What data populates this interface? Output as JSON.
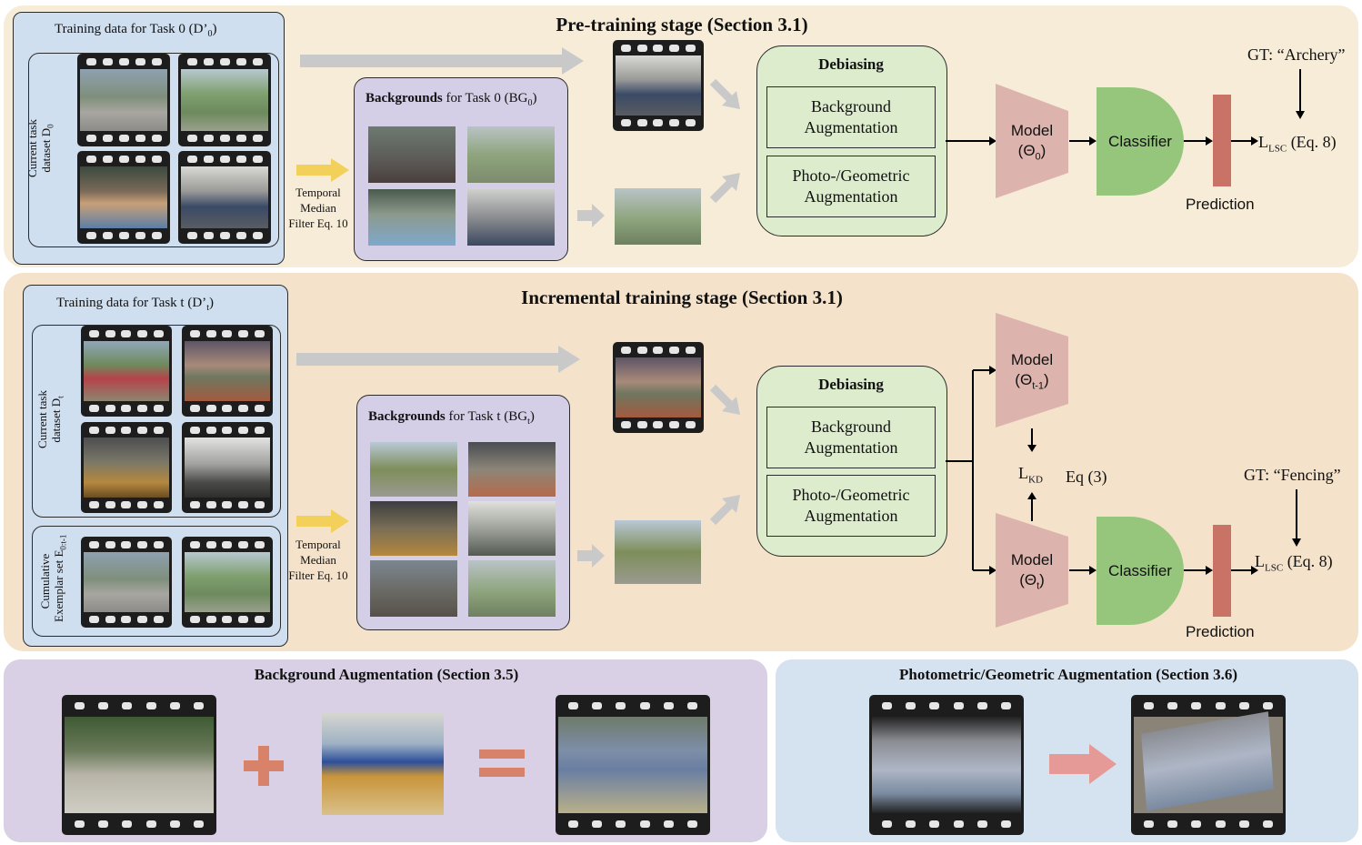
{
  "pretrain": {
    "title": "Pre-training stage (Section 3.1)",
    "training_data": "Training data for Task 0 (D’",
    "training_data_sub": "0",
    "training_data_end": ")",
    "current_task": "Current task",
    "dataset": "dataset D",
    "dataset_sub": "0",
    "backgrounds_bold": "Backgrounds",
    "backgrounds_rest": " for Task 0 (BG",
    "backgrounds_sub": "0",
    "backgrounds_end": ")",
    "tmf": "Temporal Median Filter Eq. 10",
    "debiasing": "Debiasing",
    "bg_aug": "Background Augmentation",
    "photo_aug": "Photo-/Geometric Augmentation",
    "model": "Model",
    "theta": "(Θ",
    "theta_sub": "0",
    "theta_end": ")",
    "classifier": "Classifier",
    "prediction": "Prediction",
    "gt": "GT: “Archery”",
    "loss": "L",
    "loss_sub": "LSC",
    "loss_eq": " (Eq. 8)"
  },
  "incremental": {
    "title": "Incremental training stage (Section 3.1)",
    "training_data": "Training data for Task t (D’",
    "training_data_sub": "t",
    "training_data_end": ")",
    "current_task": "Current task",
    "dataset": "dataset D",
    "dataset_sub": "t",
    "cumulative": "Cumulative",
    "exemplar": "Exemplar set E",
    "exemplar_sub": "0:t-1",
    "backgrounds_bold": "Backgrounds",
    "backgrounds_rest": " for Task t (BG",
    "backgrounds_sub": "t",
    "backgrounds_end": ")",
    "tmf": "Temporal Median Filter Eq. 10",
    "debiasing": "Debiasing",
    "bg_aug": "Background Augmentation",
    "photo_aug": "Photo-/Geometric Augmentation",
    "model": "Model",
    "theta_prev": "(Θ",
    "theta_prev_sub": "t-1",
    "theta_prev_end": ")",
    "theta": "(Θ",
    "theta_sub": "t",
    "theta_end": ")",
    "lkd": "L",
    "lkd_sub": "KD",
    "eq3": "Eq (3)",
    "classifier": "Classifier",
    "prediction": "Prediction",
    "gt": "GT: “Fencing”",
    "loss": "L",
    "loss_sub": "LSC",
    "loss_eq": " (Eq. 8)"
  },
  "bg_section": {
    "title": "Background Augmentation (Section 3.5)"
  },
  "photo_section": {
    "title": "Photometric/Geometric Augmentation (Section 3.6)"
  },
  "colors": {
    "pretrain_panel": "#f7ecd8",
    "incremental_panel": "#f4e2cb",
    "bg_panel": "#d9d0e6",
    "photo_panel": "#d5e2f0",
    "gray_arrow": "#c9c9c9",
    "yellow_arrow": "#f2d05a",
    "model": "#ddb4ad",
    "classifier": "#96c67c",
    "prediction": "#c97366",
    "plus_equals": "#d9826a",
    "pink_arrow": "#e59a98"
  }
}
